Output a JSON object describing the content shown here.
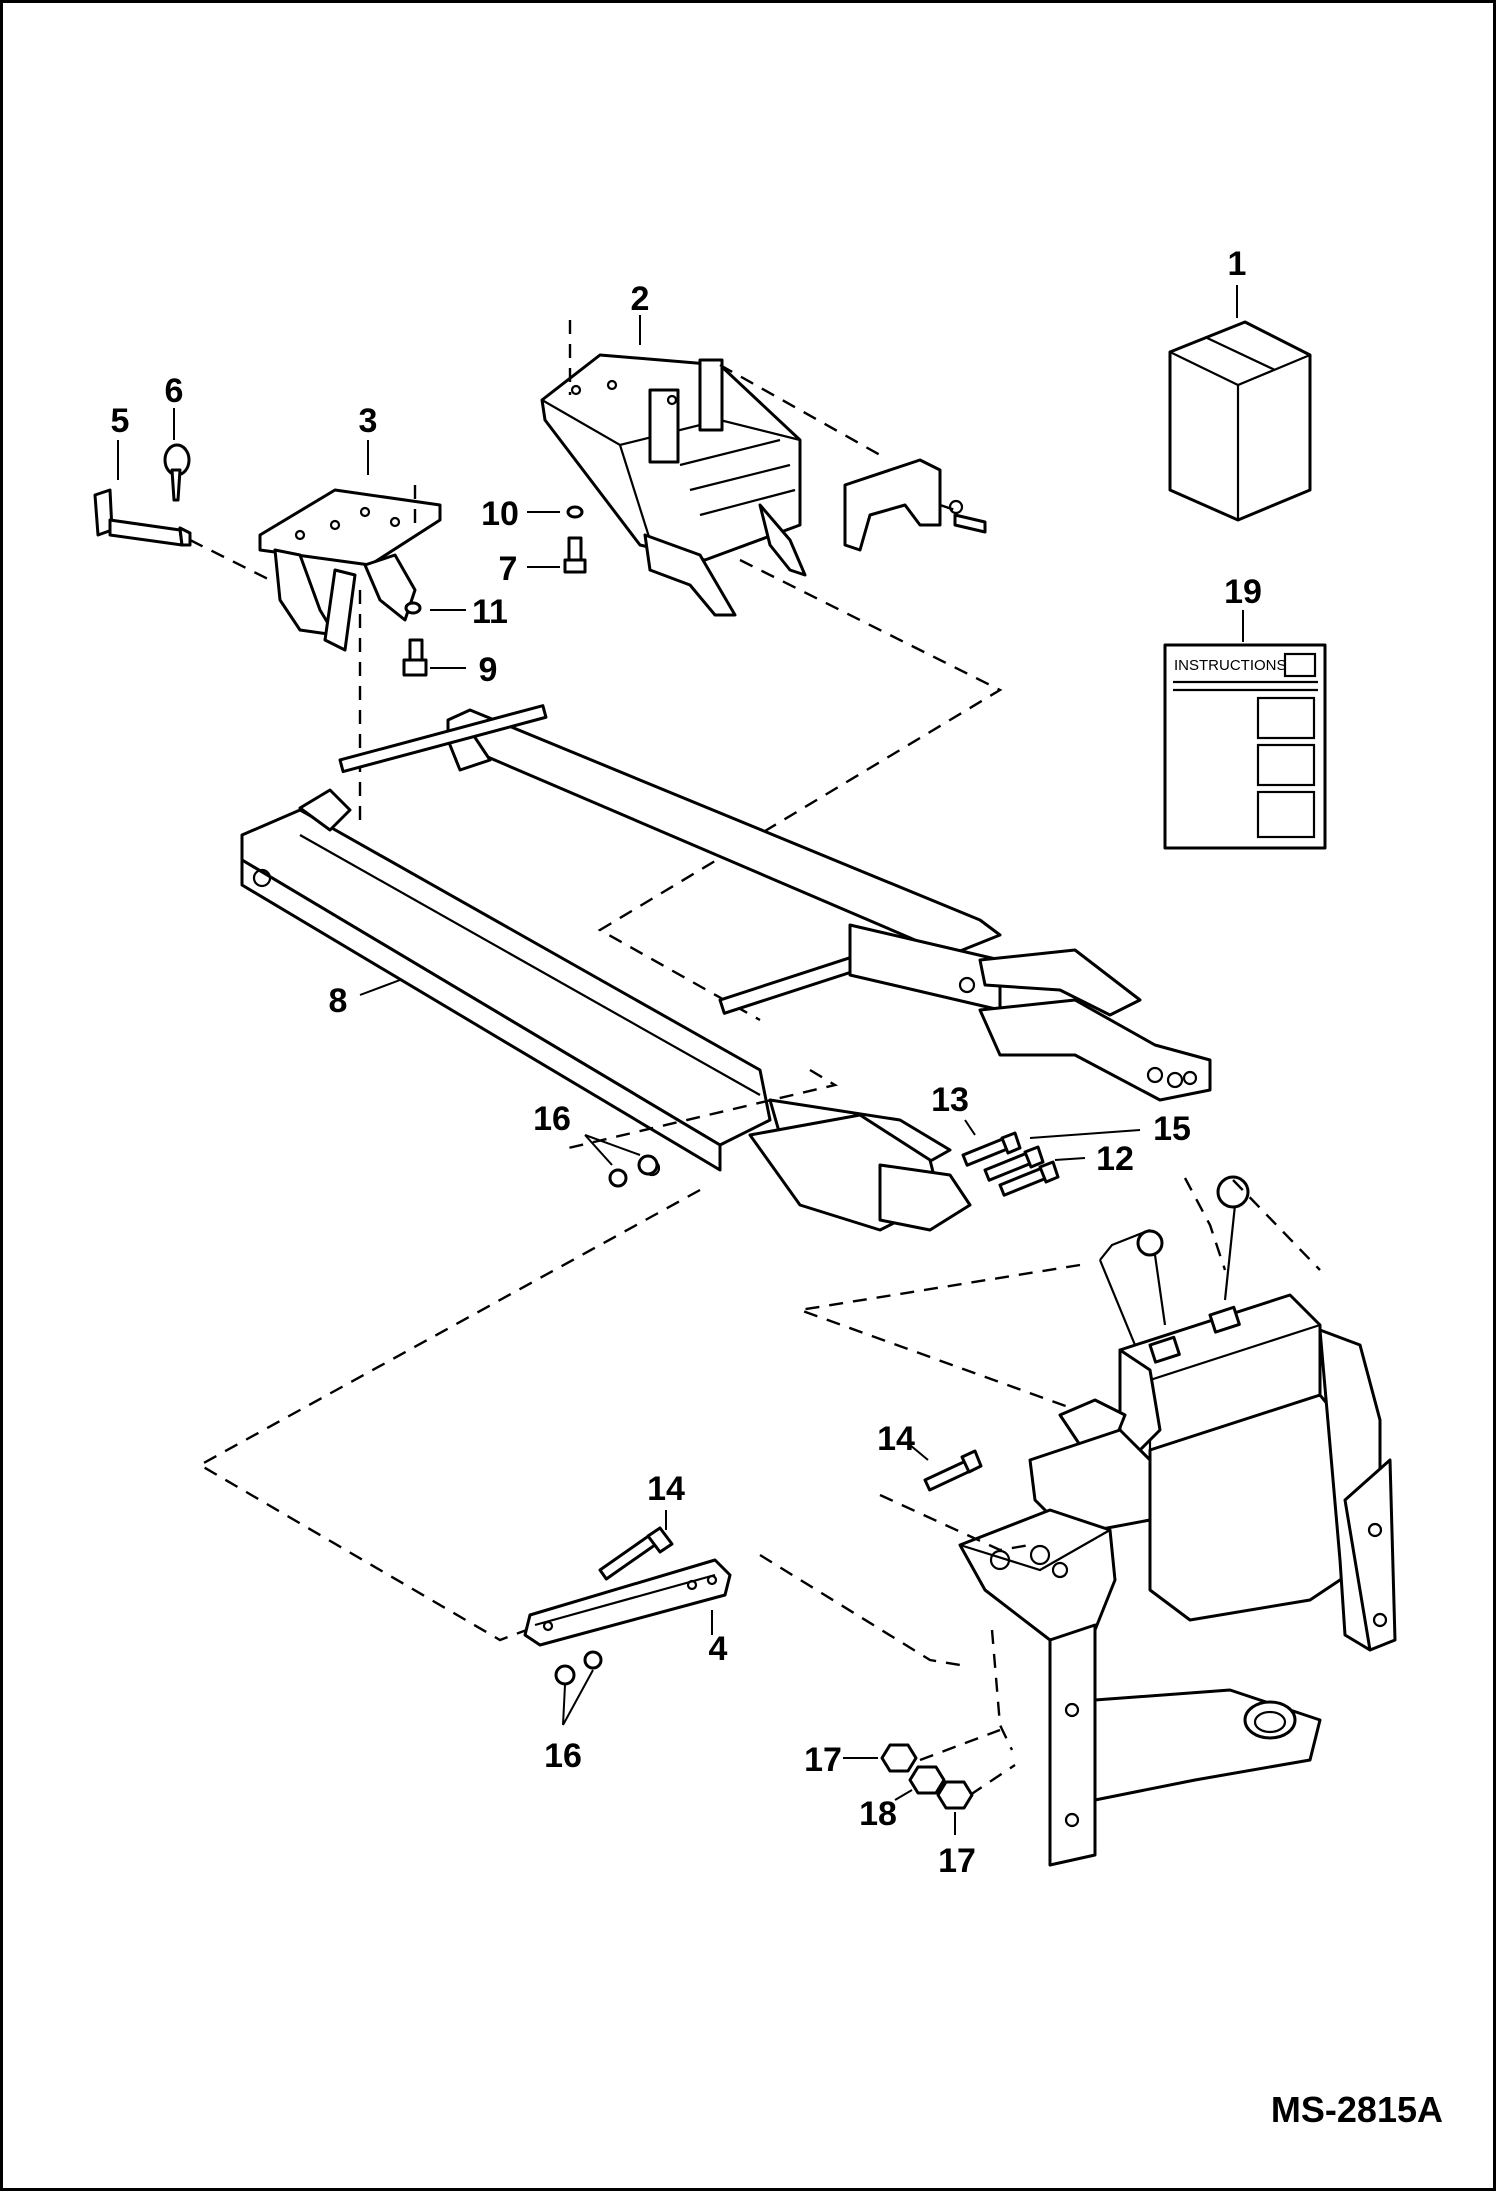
{
  "document_id": "MS-2815A",
  "instructions_sheet_title": "INSTRUCTIONS",
  "callouts": {
    "c1": "1",
    "c2": "2",
    "c3": "3",
    "c4": "4",
    "c5": "5",
    "c6": "6",
    "c7": "7",
    "c8": "8",
    "c9": "9",
    "c10": "10",
    "c11": "11",
    "c12": "12",
    "c13": "13",
    "c14a": "14",
    "c14b": "14",
    "c15": "15",
    "c16a": "16",
    "c16b": "16",
    "c17a": "17",
    "c17b": "17",
    "c18": "18",
    "c19": "19"
  }
}
